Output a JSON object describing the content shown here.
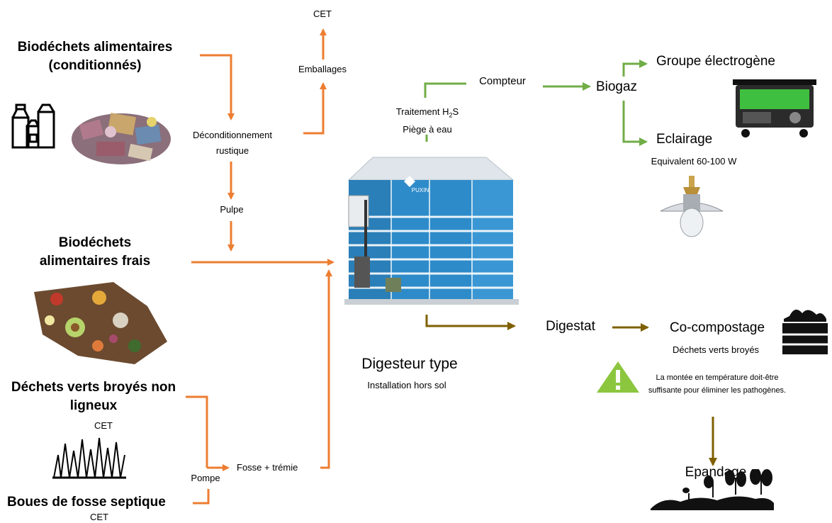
{
  "colors": {
    "orange": "#ED7D31",
    "green": "#70AD47",
    "olive": "#7F6000",
    "tank_blue": "#2E8BC9",
    "warning": "#8CC63F"
  },
  "inputs": {
    "packaged": {
      "line1": "Biodéchets alimentaires",
      "line2": "(conditionnés)"
    },
    "fresh": {
      "line1": "Biodéchets",
      "line2": "alimentaires frais"
    },
    "green_waste": {
      "line1": "Déchets verts broyés non",
      "line2": "ligneux",
      "note": "CET"
    },
    "septic": {
      "label": "Boues de fosse septique",
      "note": "CET"
    }
  },
  "process": {
    "cet_top": "CET",
    "emballages": "Emballages",
    "deconditioning": {
      "line1": "Déconditionnement",
      "line2": "rustique"
    },
    "pulpe": "Pulpe",
    "fosse": "Fosse + trémie",
    "pompe": "Pompe"
  },
  "digester": {
    "title": "Digesteur type",
    "subtitle": "Installation hors sol",
    "brand": "PUXIN"
  },
  "gas": {
    "treatment": {
      "prefix": "Traitement H",
      "sub": "2",
      "suffix": "S",
      "line2": "Piège à eau"
    },
    "meter": "Compteur",
    "biogas": "Biogaz",
    "generator": "Groupe électrogène",
    "lighting": "Eclairage",
    "lighting_note": "Equivalent 60-100 W"
  },
  "outputs": {
    "digestate": "Digestat",
    "cocomposting": "Co-compostage",
    "cocomposting_note": "Déchets verts broyés",
    "warning_line1": "La montée en température doit-être",
    "warning_line2": "suffisante pour éliminer les pathogènes.",
    "spreading": "Epandage"
  }
}
